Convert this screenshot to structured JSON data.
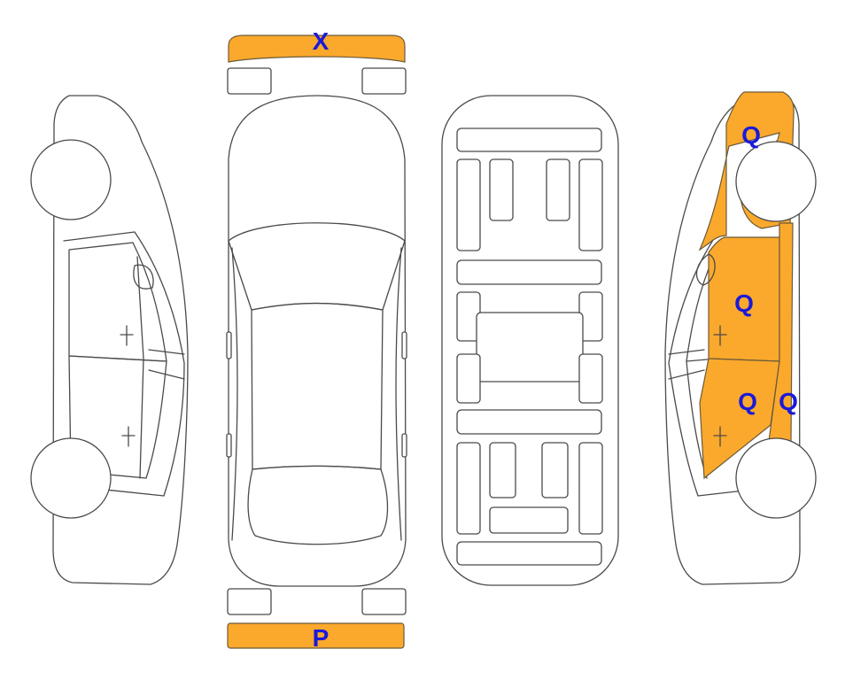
{
  "colors": {
    "damage_fill": "#FBA92C",
    "marker_text": "#1A1AD9",
    "outline": "#4A4A4A",
    "background": "#FFFFFF"
  },
  "markers": {
    "front_bumper": "X",
    "rear_bumper": "P",
    "right_front_fender": "Q",
    "right_front_door": "Q",
    "right_rear_door": "Q",
    "right_rocker_panel": "Q"
  }
}
